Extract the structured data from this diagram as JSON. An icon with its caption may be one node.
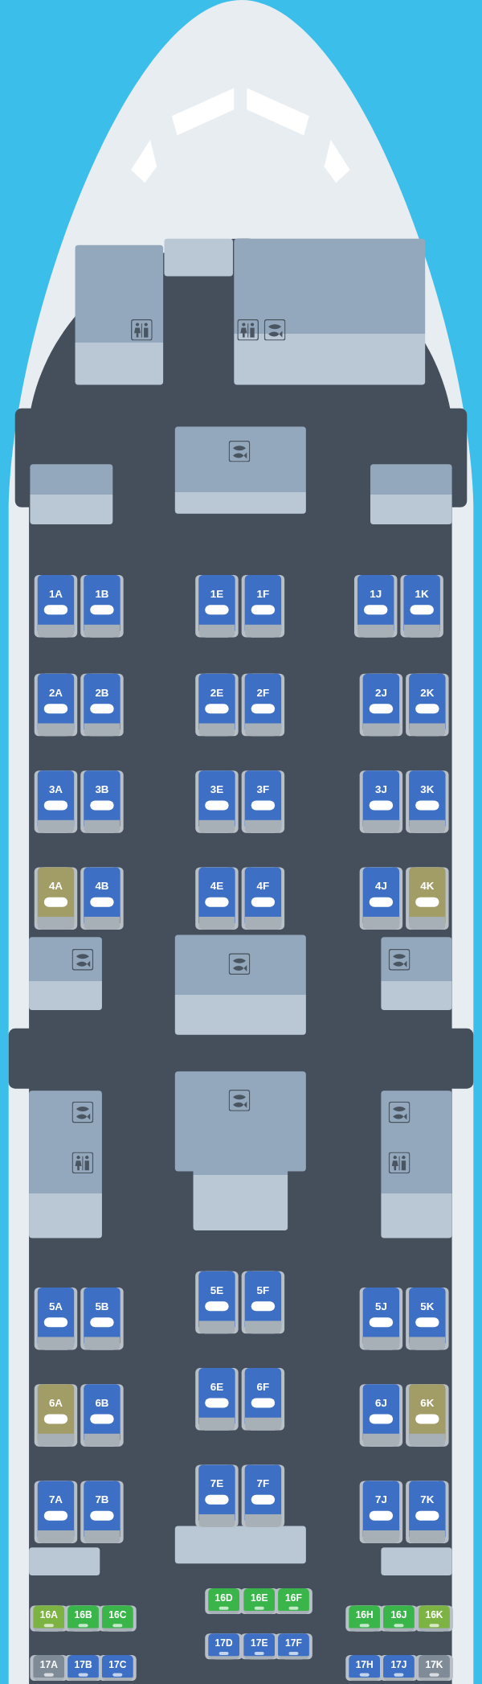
{
  "diagram": {
    "nodes": [
      {
        "text": [
          "1A"
        ]
      },
      {
        "text": [
          "1B"
        ]
      },
      {
        "text": [
          "1E"
        ]
      },
      {
        "text": [
          "1F"
        ]
      },
      {
        "text": [
          "1J"
        ]
      },
      {
        "text": [
          "1K"
        ]
      },
      {
        "text": [
          "2A"
        ]
      },
      {
        "text": [
          "2B"
        ]
      },
      {
        "text": [
          "2E"
        ]
      },
      {
        "text": [
          "2F"
        ]
      },
      {
        "text": [
          "2J"
        ]
      },
      {
        "text": [
          "2K"
        ]
      },
      {
        "text": [
          "3A"
        ]
      },
      {
        "text": [
          "3B"
        ]
      },
      {
        "text": [
          "3E"
        ]
      },
      {
        "text": [
          "3F"
        ]
      },
      {
        "text": [
          "3J"
        ]
      },
      {
        "text": [
          "3K"
        ]
      },
      {
        "text": [
          "4A"
        ]
      },
      {
        "text": [
          "4B"
        ]
      },
      {
        "text": [
          "4E"
        ]
      },
      {
        "text": [
          "4F"
        ]
      },
      {
        "text": [
          "4J"
        ]
      },
      {
        "text": [
          "4K"
        ]
      },
      {
        "text": [
          "5A"
        ]
      },
      {
        "text": [
          "5B"
        ]
      },
      {
        "text": [
          "5E"
        ]
      },
      {
        "text": [
          "5F"
        ]
      },
      {
        "text": [
          "5J"
        ]
      },
      {
        "text": [
          "5K"
        ]
      },
      {
        "text": [
          "6A"
        ]
      },
      {
        "text": [
          "6B"
        ]
      },
      {
        "text": [
          "6E"
        ]
      },
      {
        "text": [
          "6F"
        ]
      },
      {
        "text": [
          "6J"
        ]
      },
      {
        "text": [
          "6K"
        ]
      },
      {
        "text": [
          "7A"
        ]
      },
      {
        "text": [
          "7B"
        ]
      },
      {
        "text": [
          "7E"
        ]
      },
      {
        "text": [
          "7F"
        ]
      },
      {
        "text": [
          "7J"
        ]
      },
      {
        "text": [
          "7K"
        ]
      },
      {
        "text": [
          "16D"
        ]
      },
      {
        "text": [
          "16E"
        ]
      },
      {
        "text": [
          "16F"
        ]
      },
      {
        "text": [
          "16A"
        ]
      },
      {
        "text": [
          "16B"
        ]
      },
      {
        "text": [
          "16C"
        ]
      },
      {
        "text": [
          "16H"
        ]
      },
      {
        "text": [
          "16J"
        ]
      },
      {
        "text": [
          "16K"
        ]
      },
      {
        "text": [
          "17D"
        ]
      },
      {
        "text": [
          "17E"
        ]
      },
      {
        "text": [
          "17F"
        ]
      },
      {
        "text": [
          "17A"
        ]
      },
      {
        "text": [
          "17B"
        ]
      },
      {
        "text": [
          "17C"
        ]
      },
      {
        "text": [
          "17H"
        ]
      },
      {
        "text": [
          "17J"
        ]
      },
      {
        "text": [
          "17K"
        ]
      }
    ],
    "edges": []
  }
}
